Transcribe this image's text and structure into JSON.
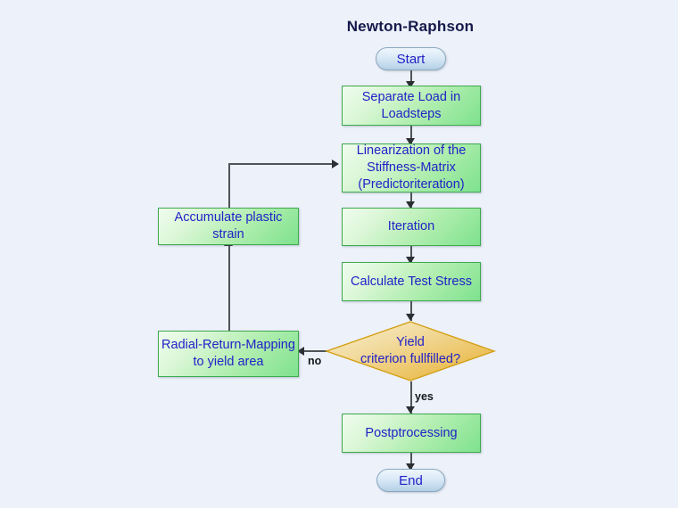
{
  "diagram": {
    "title": "Newton-Raphson",
    "type": "flowchart",
    "background_color": "#edf1fa",
    "colors": {
      "process_fill_light": "#f0fcef",
      "process_fill_dark": "#7ee28e",
      "process_border": "#3faa4e",
      "terminator_fill_light": "#eef6fc",
      "terminator_fill_dark": "#b4d0e4",
      "terminator_border": "#8ba7bf",
      "decision_fill_light": "#f7e9bd",
      "decision_fill_dark": "#e8b73c",
      "decision_border": "#d4a017",
      "node_text": "#2222c7",
      "title_text": "#151a4a",
      "connector": "#4e5459",
      "edge_label_text": "#14181c"
    },
    "nodes": [
      {
        "id": "start",
        "shape": "terminator",
        "label": "Start"
      },
      {
        "id": "separate",
        "shape": "process",
        "label": "Separate Load in\nLoadsteps"
      },
      {
        "id": "linearization",
        "shape": "process",
        "label": "Linearization of the\nStiffness-Matrix\n(Predictoriteration)"
      },
      {
        "id": "iteration",
        "shape": "process",
        "label": "Iteration"
      },
      {
        "id": "calcstress",
        "shape": "process",
        "label": "Calculate Test Stress"
      },
      {
        "id": "yield",
        "shape": "decision",
        "label": "Yield\ncriterion fullfilled?"
      },
      {
        "id": "postproc",
        "shape": "process",
        "label": "Postptrocessing"
      },
      {
        "id": "end",
        "shape": "terminator",
        "label": "End"
      },
      {
        "id": "radial",
        "shape": "process",
        "label": "Radial-Return-Mapping\nto yield area"
      },
      {
        "id": "accumulate",
        "shape": "process",
        "label": "Accumulate plastic strain"
      }
    ],
    "node_labels": {
      "start": "Start",
      "separate_line1": "Separate Load in",
      "separate_line2": "Loadsteps",
      "linearization_line1": "Linearization of the",
      "linearization_line2": "Stiffness-Matrix",
      "linearization_line3": "(Predictoriteration)",
      "iteration": "Iteration",
      "calcstress": "Calculate Test Stress",
      "yield_line1": "Yield",
      "yield_line2": "criterion fullfilled?",
      "postproc": "Postptrocessing",
      "end": "End",
      "radial_line1": "Radial-Return-Mapping",
      "radial_line2": "to yield area",
      "accumulate": "Accumulate plastic strain"
    },
    "edges": [
      {
        "from": "start",
        "to": "separate",
        "label": ""
      },
      {
        "from": "separate",
        "to": "linearization",
        "label": ""
      },
      {
        "from": "linearization",
        "to": "iteration",
        "label": ""
      },
      {
        "from": "iteration",
        "to": "calcstress",
        "label": ""
      },
      {
        "from": "calcstress",
        "to": "yield",
        "label": ""
      },
      {
        "from": "yield",
        "to": "postproc",
        "label": "yes"
      },
      {
        "from": "yield",
        "to": "radial",
        "label": "no"
      },
      {
        "from": "radial",
        "to": "accumulate",
        "label": ""
      },
      {
        "from": "accumulate",
        "to": "linearization",
        "label": ""
      },
      {
        "from": "postproc",
        "to": "end",
        "label": ""
      }
    ],
    "edge_labels": {
      "no": "no",
      "yes": "yes"
    }
  }
}
